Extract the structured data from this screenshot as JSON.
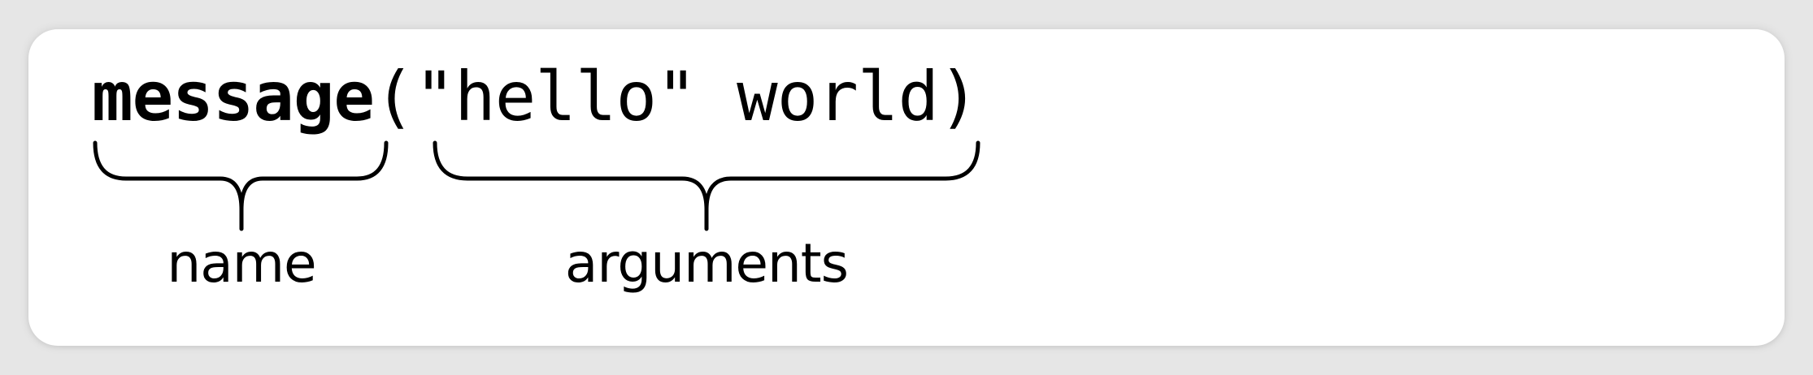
{
  "code": {
    "function_name": "message",
    "open_paren": "(",
    "arguments_text": "\"hello\" world",
    "close_paren": ")"
  },
  "annotations": {
    "name_label": "name",
    "arguments_label": "arguments"
  },
  "colors": {
    "background": "#e6e6e6",
    "card": "#ffffff",
    "ink": "#000000"
  }
}
